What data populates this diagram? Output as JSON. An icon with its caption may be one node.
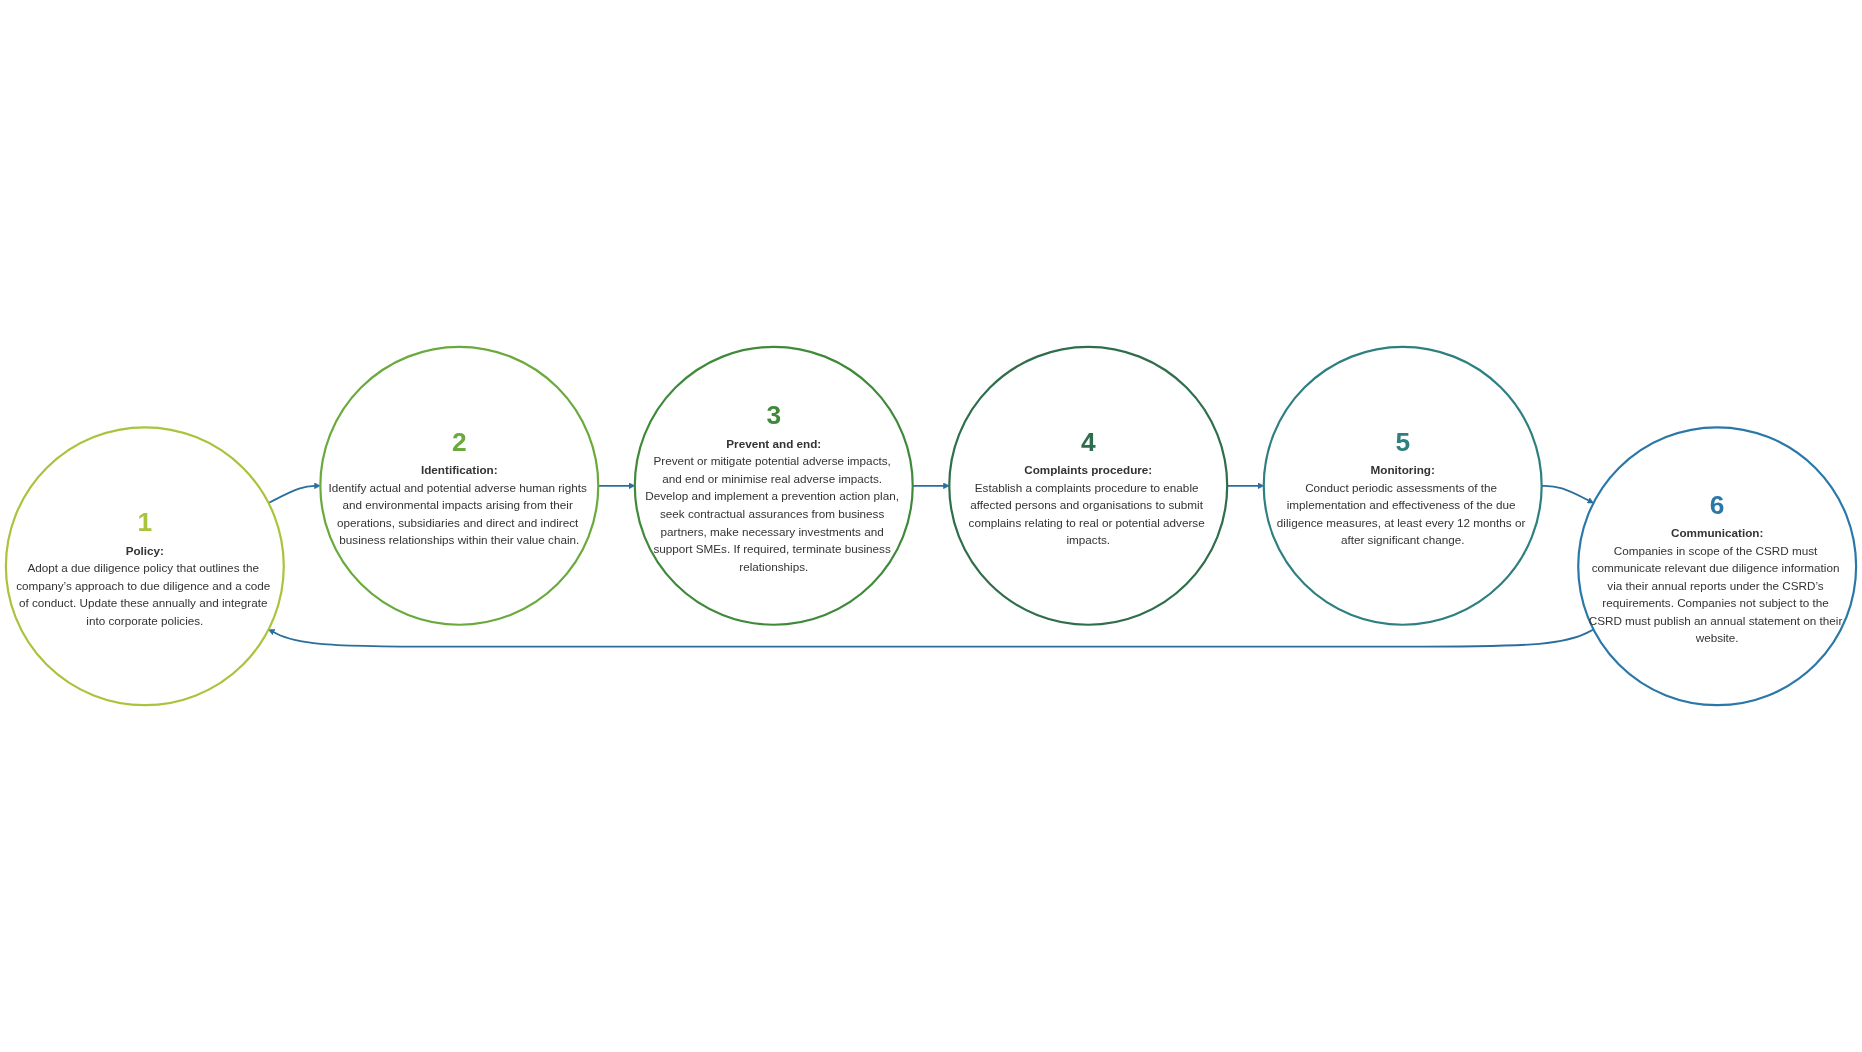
{
  "diagram": {
    "nodes": [
      {
        "text": [
          "1",
          "Policy:",
          "Adopt a due diligence policy that outlines the company’s approach to due diligence and a code of conduct. Update these annually and integrate into corporate policies."
        ]
      },
      {
        "text": [
          "2",
          "Identification:",
          "Identify actual and potential adverse human rights and environmental impacts arising from their operations, subsidiaries and direct and indirect business relationships within their value chain."
        ]
      },
      {
        "text": [
          "3",
          "Prevent and end:",
          "Prevent or mitigate potential adverse impacts, and end or minimise real adverse impacts. Develop and implement a prevention action plan, seek contractual assurances from business partners, make necessary investments and support SMEs. If required, terminate business relationships."
        ]
      },
      {
        "text": [
          "4",
          "Complaints procedure:",
          "Establish a complaints procedure to enable affected persons and organisations to submit complains relating to real or potential adverse impacts."
        ]
      },
      {
        "text": [
          "5",
          "Monitoring:",
          "Conduct periodic assessments of the implementation and effectiveness of the due diligence measures, at least every 12 months or after significant change."
        ]
      },
      {
        "text": [
          "6",
          "Communication:",
          "Companies in scope of the CSRD must communicate relevant due diligence information via their annual reports under the CSRD’s requirements. Companies not subject to the CSRD must publish an annual statement on their website."
        ]
      }
    ],
    "edges": [
      {
        "from": 0,
        "to": 1,
        "arrow": "to"
      },
      {
        "from": 1,
        "to": 2,
        "arrow": "to"
      },
      {
        "from": 2,
        "to": 3,
        "arrow": "to"
      },
      {
        "from": 3,
        "to": 4,
        "arrow": "to"
      },
      {
        "from": 4,
        "to": 5,
        "arrow": "to"
      },
      {
        "from": 5,
        "to": 0,
        "arrow": "to"
      }
    ]
  }
}
